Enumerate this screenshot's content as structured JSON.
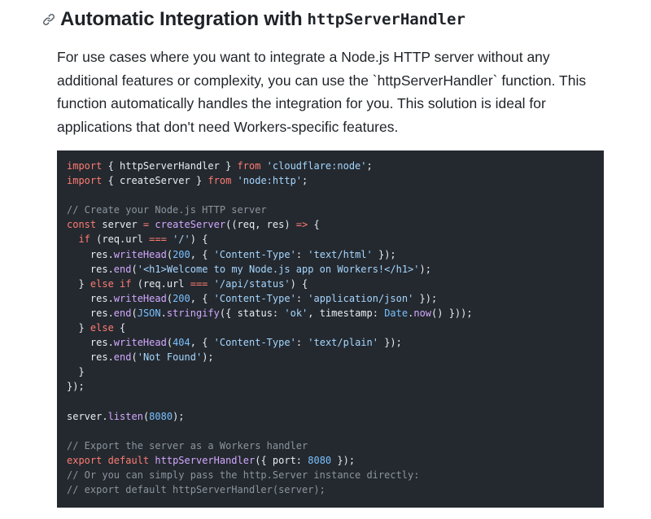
{
  "heading": {
    "link_icon": "link-icon",
    "text": "Automatic Integration with",
    "code": "httpServerHandler"
  },
  "paragraph": {
    "lines": [
      "For use cases where you want to integrate a Node.js HTTP server without any",
      "additional features or complexity, you can use the `httpServerHandler` function. This",
      "function automatically handles the integration for you. This solution is ideal for",
      "applications that don't need Workers-specific features."
    ]
  },
  "code": {
    "colors": {
      "background": "#24292f",
      "keyword": "#ff7b72",
      "string": "#a5d6ff",
      "comment": "#8b949e",
      "function": "#d2a8ff",
      "number": "#79c0ff",
      "plain": "#e6edf3"
    },
    "lines": [
      [
        [
          "kw",
          "import"
        ],
        [
          "p",
          " { httpServerHandler } "
        ],
        [
          "kw",
          "from"
        ],
        [
          "p",
          " "
        ],
        [
          "str",
          "'cloudflare:node'"
        ],
        [
          "p",
          ";"
        ]
      ],
      [
        [
          "kw",
          "import"
        ],
        [
          "p",
          " { createServer } "
        ],
        [
          "kw",
          "from"
        ],
        [
          "p",
          " "
        ],
        [
          "str",
          "'node:http'"
        ],
        [
          "p",
          ";"
        ]
      ],
      [],
      [
        [
          "com",
          "// Create your Node.js HTTP server"
        ]
      ],
      [
        [
          "kw",
          "const"
        ],
        [
          "p",
          " server "
        ],
        [
          "kw",
          "="
        ],
        [
          "p",
          " "
        ],
        [
          "fn",
          "createServer"
        ],
        [
          "p",
          "((req, res) "
        ],
        [
          "kw",
          "=>"
        ],
        [
          "p",
          " {"
        ]
      ],
      [
        [
          "p",
          "  "
        ],
        [
          "kw",
          "if"
        ],
        [
          "p",
          " (req.url "
        ],
        [
          "kw",
          "==="
        ],
        [
          "p",
          " "
        ],
        [
          "str",
          "'/'"
        ],
        [
          "p",
          ") {"
        ]
      ],
      [
        [
          "p",
          "    res."
        ],
        [
          "fn",
          "writeHead"
        ],
        [
          "p",
          "("
        ],
        [
          "num",
          "200"
        ],
        [
          "p",
          ", { "
        ],
        [
          "str",
          "'Content-Type'"
        ],
        [
          "p",
          ": "
        ],
        [
          "str",
          "'text/html'"
        ],
        [
          "p",
          " });"
        ]
      ],
      [
        [
          "p",
          "    res."
        ],
        [
          "fn",
          "end"
        ],
        [
          "p",
          "("
        ],
        [
          "str",
          "'<h1>Welcome to my Node.js app on Workers!</h1>'"
        ],
        [
          "p",
          ");"
        ]
      ],
      [
        [
          "p",
          "  } "
        ],
        [
          "kw",
          "else if"
        ],
        [
          "p",
          " (req.url "
        ],
        [
          "kw",
          "==="
        ],
        [
          "p",
          " "
        ],
        [
          "str",
          "'/api/status'"
        ],
        [
          "p",
          ") {"
        ]
      ],
      [
        [
          "p",
          "    res."
        ],
        [
          "fn",
          "writeHead"
        ],
        [
          "p",
          "("
        ],
        [
          "num",
          "200"
        ],
        [
          "p",
          ", { "
        ],
        [
          "str",
          "'Content-Type'"
        ],
        [
          "p",
          ": "
        ],
        [
          "str",
          "'application/json'"
        ],
        [
          "p",
          " });"
        ]
      ],
      [
        [
          "p",
          "    res."
        ],
        [
          "fn",
          "end"
        ],
        [
          "p",
          "("
        ],
        [
          "num",
          "JSON"
        ],
        [
          "p",
          "."
        ],
        [
          "fn",
          "stringify"
        ],
        [
          "p",
          "({ status: "
        ],
        [
          "str",
          "'ok'"
        ],
        [
          "p",
          ", timestamp: "
        ],
        [
          "num",
          "Date"
        ],
        [
          "p",
          "."
        ],
        [
          "fn",
          "now"
        ],
        [
          "p",
          "() }));"
        ]
      ],
      [
        [
          "p",
          "  } "
        ],
        [
          "kw",
          "else"
        ],
        [
          "p",
          " {"
        ]
      ],
      [
        [
          "p",
          "    res."
        ],
        [
          "fn",
          "writeHead"
        ],
        [
          "p",
          "("
        ],
        [
          "num",
          "404"
        ],
        [
          "p",
          ", { "
        ],
        [
          "str",
          "'Content-Type'"
        ],
        [
          "p",
          ": "
        ],
        [
          "str",
          "'text/plain'"
        ],
        [
          "p",
          " });"
        ]
      ],
      [
        [
          "p",
          "    res."
        ],
        [
          "fn",
          "end"
        ],
        [
          "p",
          "("
        ],
        [
          "str",
          "'Not Found'"
        ],
        [
          "p",
          ");"
        ]
      ],
      [
        [
          "p",
          "  }"
        ]
      ],
      [
        [
          "p",
          "});"
        ]
      ],
      [],
      [
        [
          "p",
          "server."
        ],
        [
          "fn",
          "listen"
        ],
        [
          "p",
          "("
        ],
        [
          "num",
          "8080"
        ],
        [
          "p",
          ");"
        ]
      ],
      [],
      [
        [
          "com",
          "// Export the server as a Workers handler"
        ]
      ],
      [
        [
          "kw",
          "export default"
        ],
        [
          "p",
          " "
        ],
        [
          "fn",
          "httpServerHandler"
        ],
        [
          "p",
          "({ port: "
        ],
        [
          "num",
          "8080"
        ],
        [
          "p",
          " });"
        ]
      ],
      [
        [
          "com",
          "// Or you can simply pass the http.Server instance directly:"
        ]
      ],
      [
        [
          "com",
          "// export default httpServerHandler(server);"
        ]
      ]
    ]
  }
}
